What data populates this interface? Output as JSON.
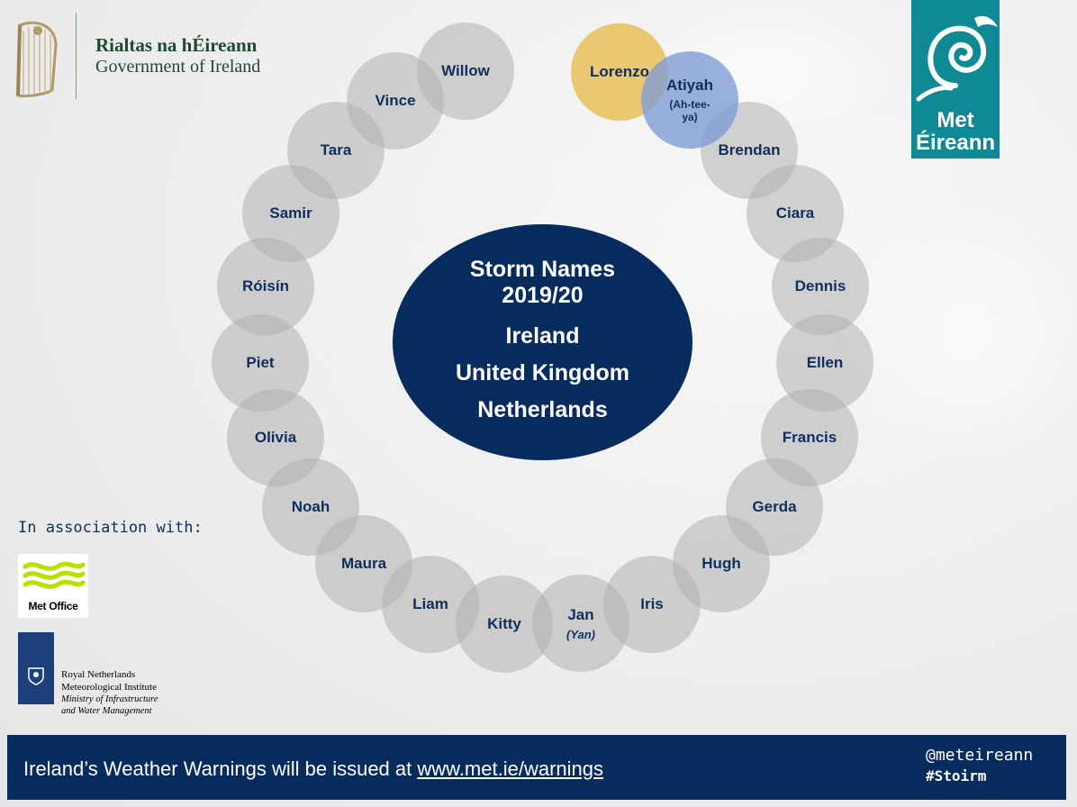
{
  "header": {
    "gov_line1": "Rialtas na hÉireann",
    "gov_line2": "Government of Ireland",
    "met_logo_line1": "Met",
    "met_logo_line2": "Éireann"
  },
  "center": {
    "title_line1": "Storm Names",
    "title_line2": "2019/20",
    "countries": [
      "Ireland",
      "United Kingdom",
      "Netherlands"
    ]
  },
  "storms": [
    {
      "name": "Lorenzo",
      "pronunciation": "",
      "highlight": "#e9c466"
    },
    {
      "name": "Atiyah",
      "pronunciation": "(Ah-tee-ya)",
      "highlight": "#7e9bd6"
    },
    {
      "name": "Brendan",
      "pronunciation": ""
    },
    {
      "name": "Ciara",
      "pronunciation": ""
    },
    {
      "name": "Dennis",
      "pronunciation": ""
    },
    {
      "name": "Ellen",
      "pronunciation": ""
    },
    {
      "name": "Francis",
      "pronunciation": ""
    },
    {
      "name": "Gerda",
      "pronunciation": ""
    },
    {
      "name": "Hugh",
      "pronunciation": ""
    },
    {
      "name": "Iris",
      "pronunciation": ""
    },
    {
      "name": "Jan",
      "pronunciation": "(Yan)"
    },
    {
      "name": "Kitty",
      "pronunciation": ""
    },
    {
      "name": "Liam",
      "pronunciation": ""
    },
    {
      "name": "Maura",
      "pronunciation": ""
    },
    {
      "name": "Noah",
      "pronunciation": ""
    },
    {
      "name": "Olivia",
      "pronunciation": ""
    },
    {
      "name": "Piet",
      "pronunciation": ""
    },
    {
      "name": "Róisín",
      "pronunciation": ""
    },
    {
      "name": "Samir",
      "pronunciation": ""
    },
    {
      "name": "Tara",
      "pronunciation": ""
    },
    {
      "name": "Vince",
      "pronunciation": ""
    },
    {
      "name": "Willow",
      "pronunciation": ""
    }
  ],
  "association": {
    "label": "In association with:",
    "met_office": "Met Office",
    "knmi_line1": "Royal Netherlands",
    "knmi_line2": "Meteorological Institute",
    "knmi_line3": "Ministry of Infrastructure",
    "knmi_line4": "and Water Management"
  },
  "footer": {
    "message": "Ireland’s Weather Warnings will be issued at ",
    "link": "www.met.ie/warnings",
    "handle": "@meteireann",
    "hashtag": "#Stoirm"
  },
  "colors": {
    "navy": "#062c5e",
    "teal": "#0f8a94",
    "bubble_grey": "#b0b0b0"
  }
}
